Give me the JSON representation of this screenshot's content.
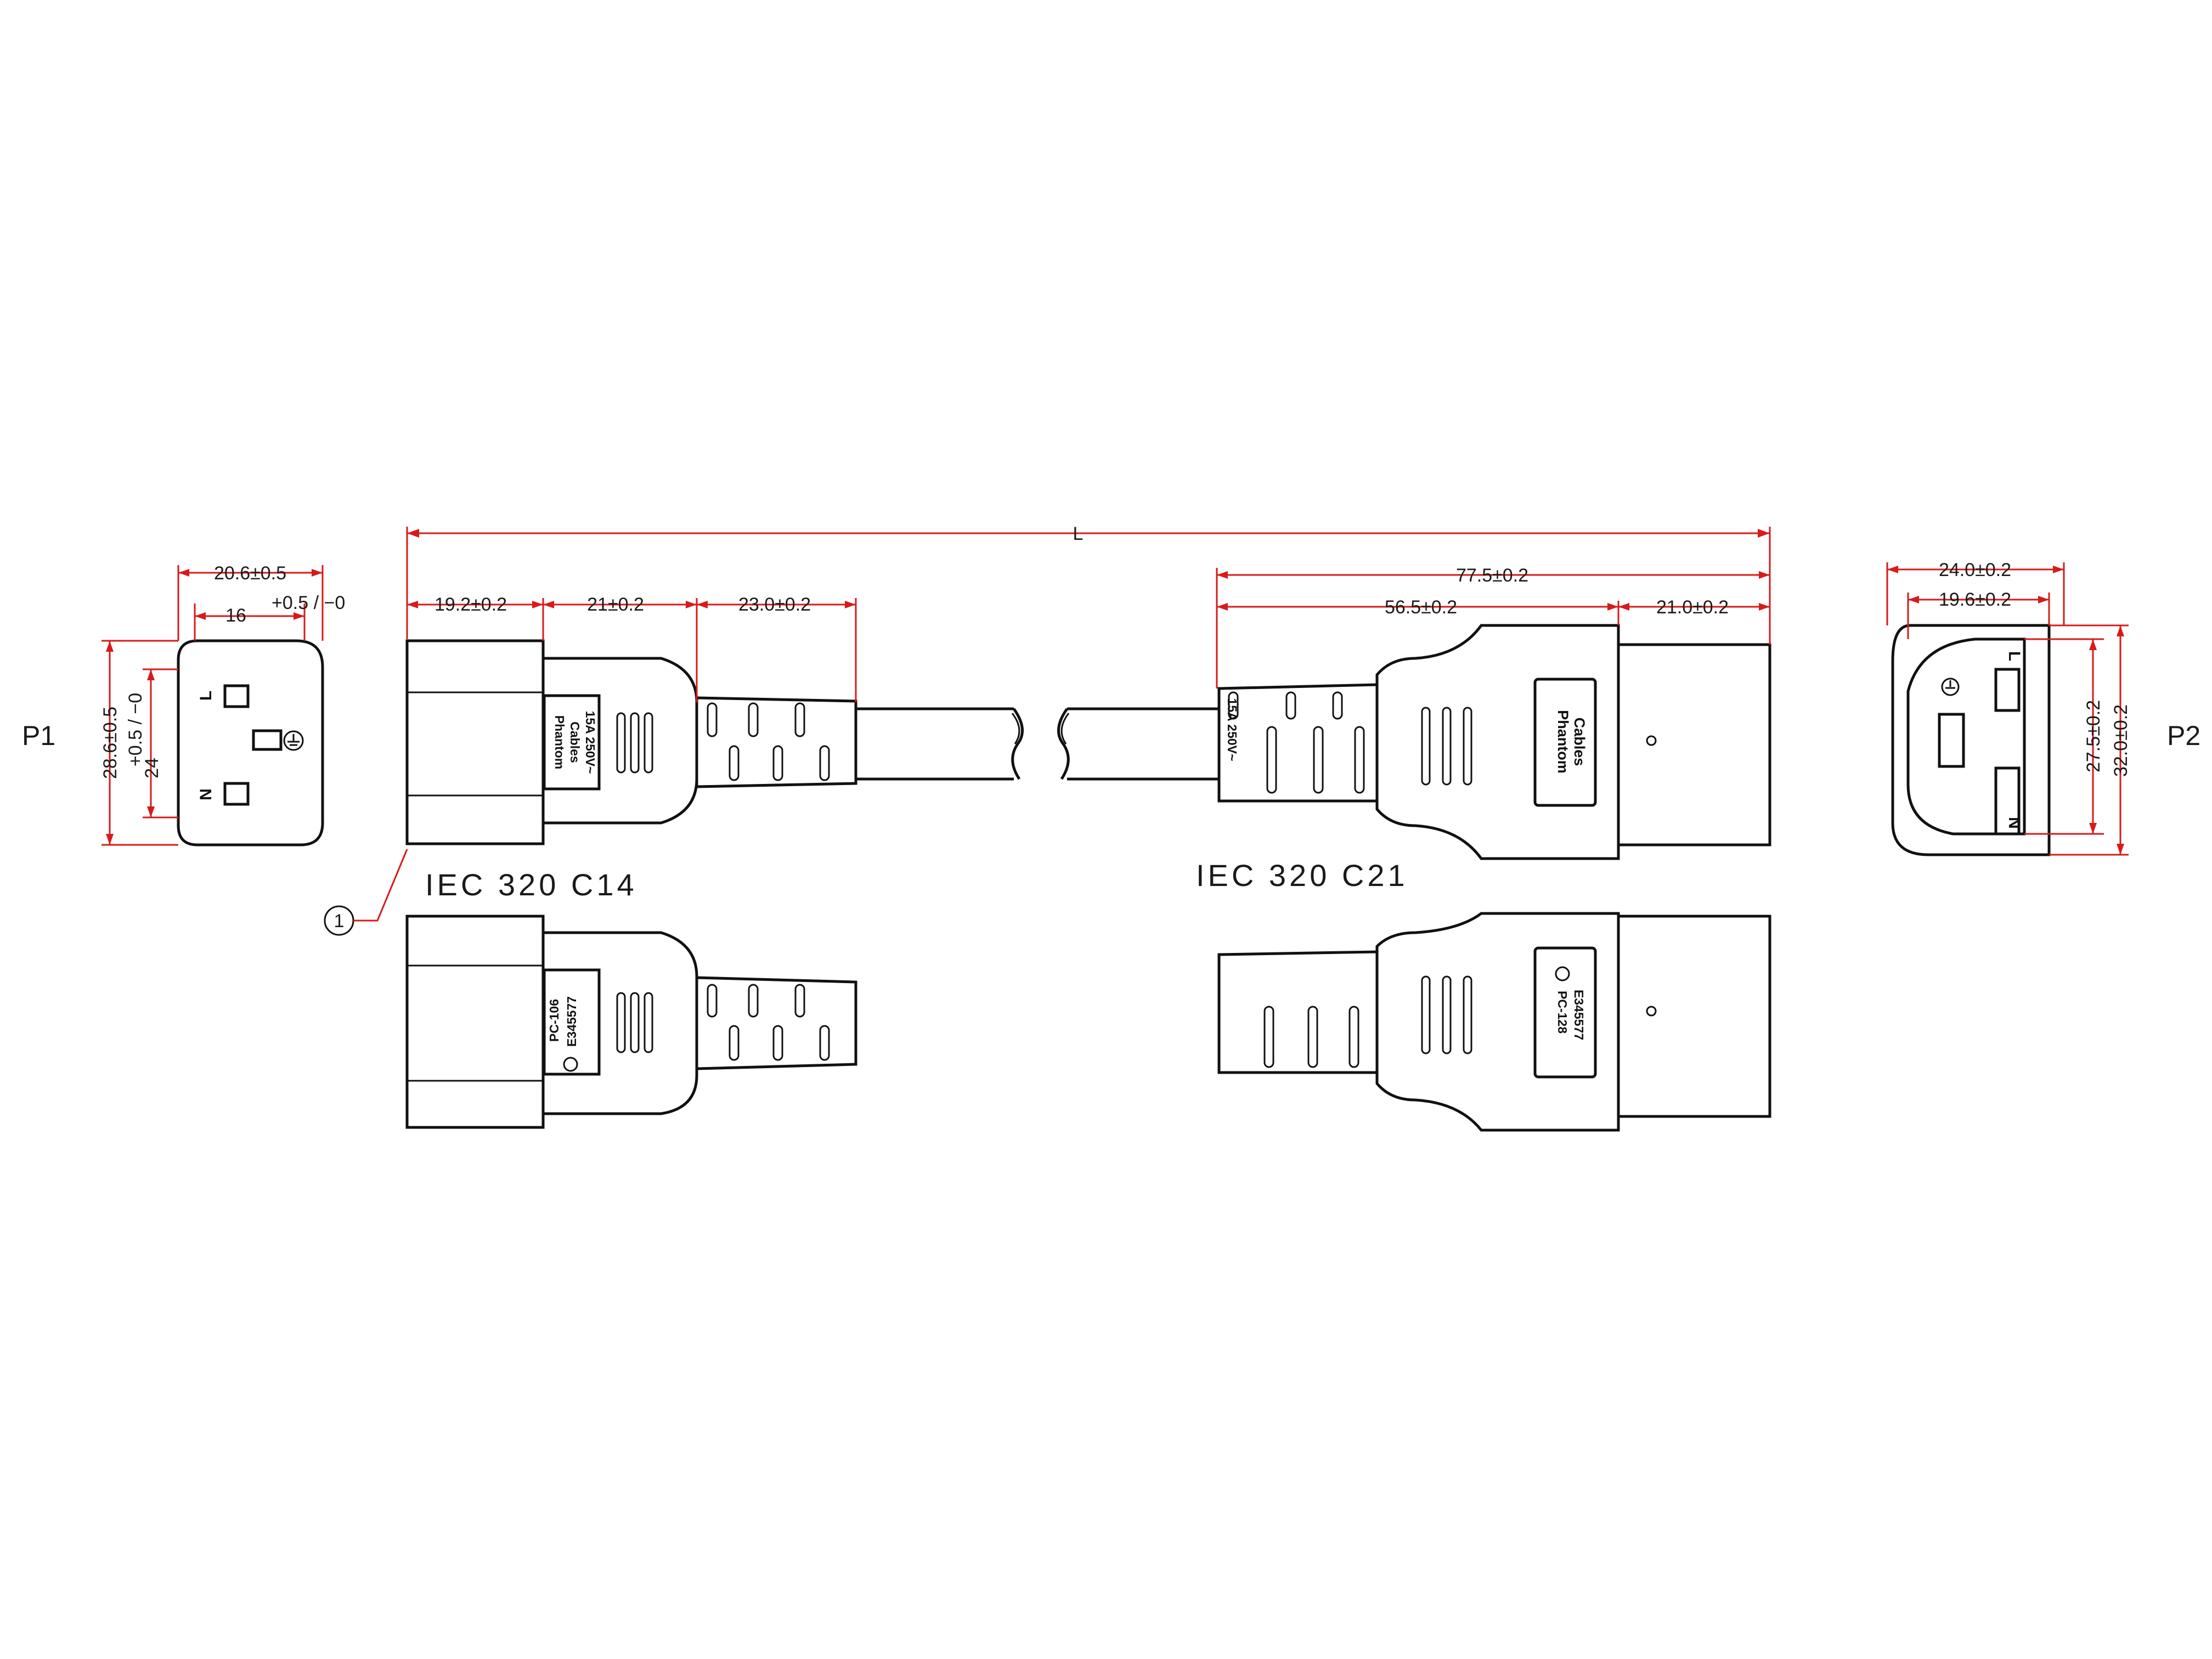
{
  "plugs": {
    "p1": "P1",
    "p2": "P2",
    "c14": "IEC  320  C14",
    "c21": "IEC  320  C21",
    "callout": "1"
  },
  "dimensions": {
    "length": "L",
    "c14_seg1": "19.2±0.2",
    "c14_seg2": "21±0.2",
    "c14_seg3": "23.0±0.2",
    "c21_total": "77.5±0.2",
    "c21_seg1": "56.5±0.2",
    "c21_seg2": "21.0±0.2",
    "p1_width": "20.6±0.5",
    "p1_inner": "16",
    "p1_inner_tol": "+0.5 / −0",
    "p1_height": "28.6±0.5",
    "p1_inner_h": "24",
    "p1_inner_h_tol": "+0.5 / −0",
    "p2_width": "24.0±0.2",
    "p2_inner": "19.6±0.2",
    "p2_inner_h": "27.5±0.2",
    "p2_height": "32.0±0.2"
  },
  "pins": {
    "line": "L",
    "neutral": "N"
  },
  "markings": {
    "brand1": "Phantom",
    "brand2": "Cables",
    "rating": "15A 250V~",
    "c14_model": "PC-106",
    "c21_model": "PC-128",
    "cert": "E345577"
  },
  "colors": {
    "dimension": "#d81a1a",
    "outline": "#111111"
  },
  "icons": [
    "ground-symbol",
    "ul-mark"
  ]
}
